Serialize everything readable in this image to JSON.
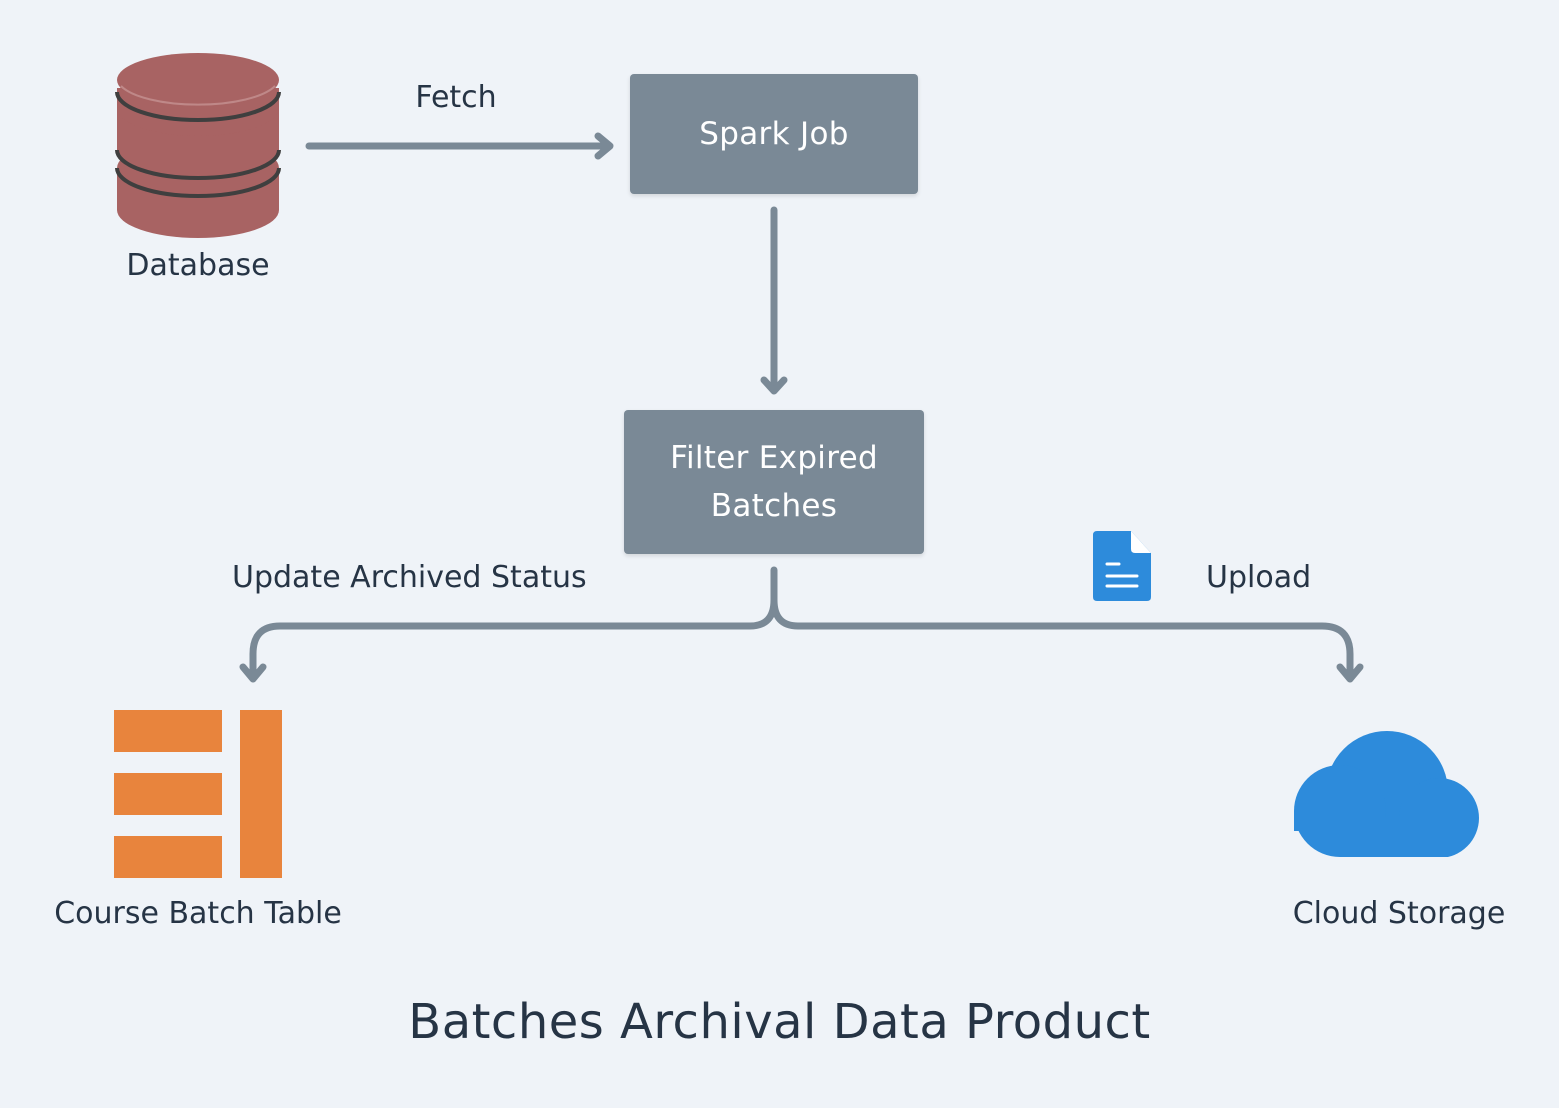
{
  "diagram": {
    "title": "Batches Archival Data Product",
    "nodes": {
      "database": {
        "label": "Database",
        "icon": "database-icon",
        "color": "#a86363"
      },
      "spark_job": {
        "label": "Spark Job"
      },
      "filter": {
        "label": "Filter Expired\nBatches"
      },
      "course_batch_table": {
        "label": "Course Batch Table",
        "icon": "table-icon",
        "color": "#e8843d"
      },
      "cloud_storage": {
        "label": "Cloud Storage",
        "icon": "cloud-icon",
        "color": "#2d8bdb"
      }
    },
    "edges": {
      "fetch": {
        "label": "Fetch"
      },
      "update": {
        "label": "Update Archived Status"
      },
      "upload": {
        "label": "Upload",
        "icon": "document-icon",
        "color": "#2d8bdb"
      }
    },
    "colors": {
      "background": "#eff3f8",
      "process_box": "#7a8996",
      "connector": "#7a8996",
      "text": "#263445"
    }
  }
}
